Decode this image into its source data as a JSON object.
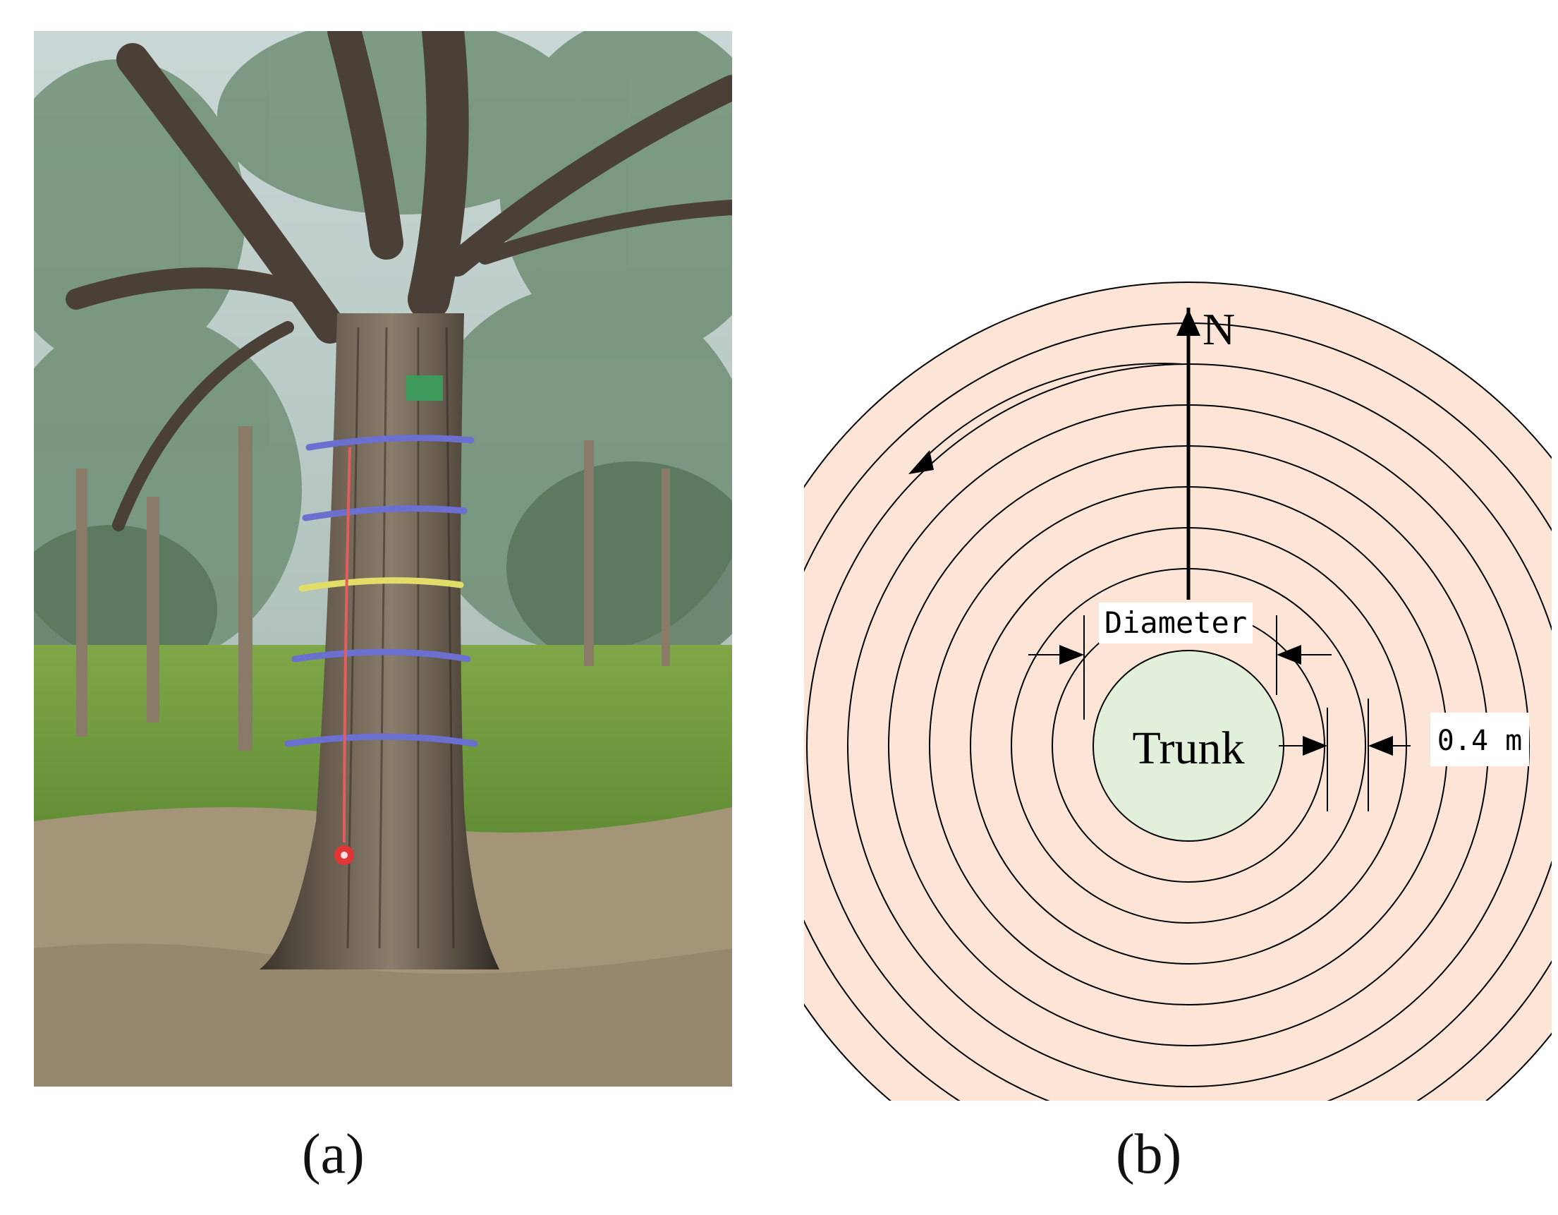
{
  "figure": {
    "panel_a": {
      "caption": "(a)",
      "image": "tree-trunk-photo"
    },
    "panel_b": {
      "caption": "(b)",
      "north_label": "N",
      "trunk_label": "Trunk",
      "diameter_label": "Diameter",
      "spacing_label": "0.4 m",
      "ring_count": 9,
      "colors": {
        "ring_fill": "#fce4d6",
        "trunk_fill": "#e2efda",
        "stroke": "#000000"
      },
      "icons": [
        "north-arrow-icon",
        "rotation-arrow-icon",
        "dimension-arrow-icon"
      ]
    }
  }
}
